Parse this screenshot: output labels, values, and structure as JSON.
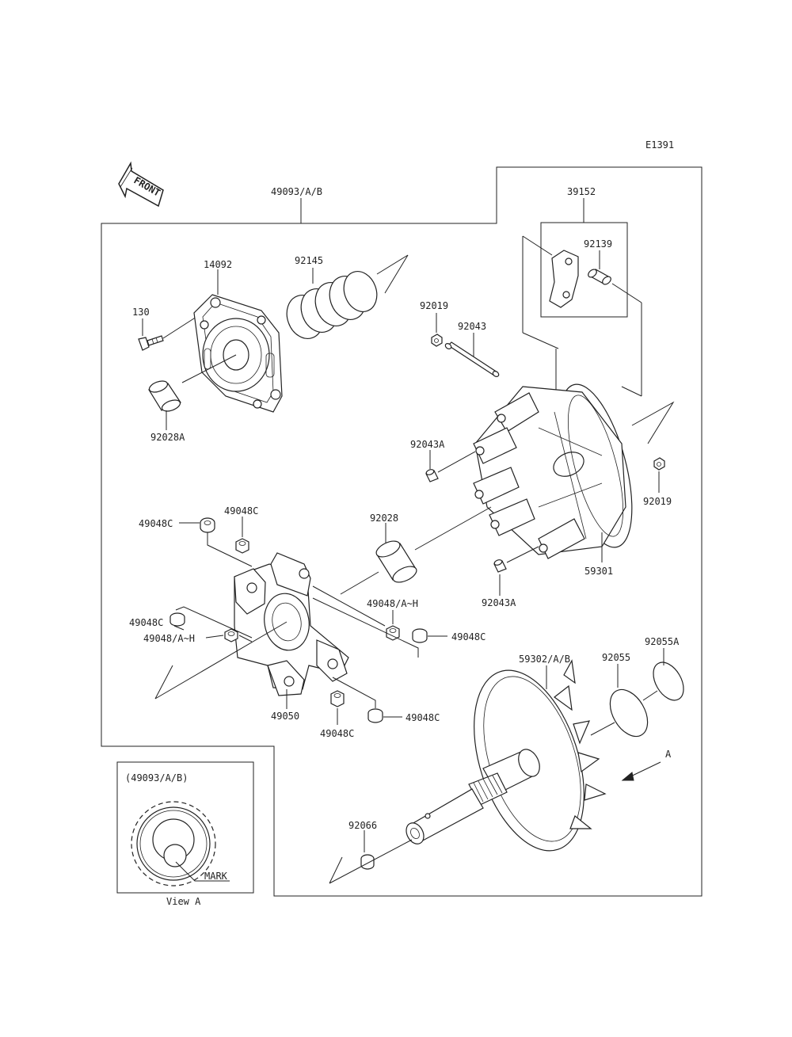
{
  "diagram_code": "E1391",
  "front_label": "FRONT",
  "assembly_label": "49093/A/B",
  "parts": {
    "p130": "130",
    "p14092": "14092",
    "p92145": "92145",
    "p92028A": "92028A",
    "p92019_top": "92019",
    "p92043": "92043",
    "p39152": "39152",
    "p92139": "92139",
    "p92043A_left": "92043A",
    "p92019_right": "92019",
    "p92028": "92028",
    "p59301": "59301",
    "p92043A_bottom": "92043A",
    "p49048C_a": "49048C",
    "p49048C_b": "49048C",
    "p49048C_c": "49048C",
    "p49048AH_a": "49048/A~H",
    "p49048AH_b": "49048/A~H",
    "p49048C_d": "49048C",
    "p49050": "49050",
    "p49048C_e": "49048C",
    "p49048C_f": "49048C",
    "p59302": "59302/A/B",
    "p92055": "92055",
    "p92055A": "92055A",
    "p92066": "92066",
    "view_arrow": "A"
  },
  "inset": {
    "title": "(49093/A/B)",
    "mark_label": "MARK",
    "caption": "View A"
  }
}
